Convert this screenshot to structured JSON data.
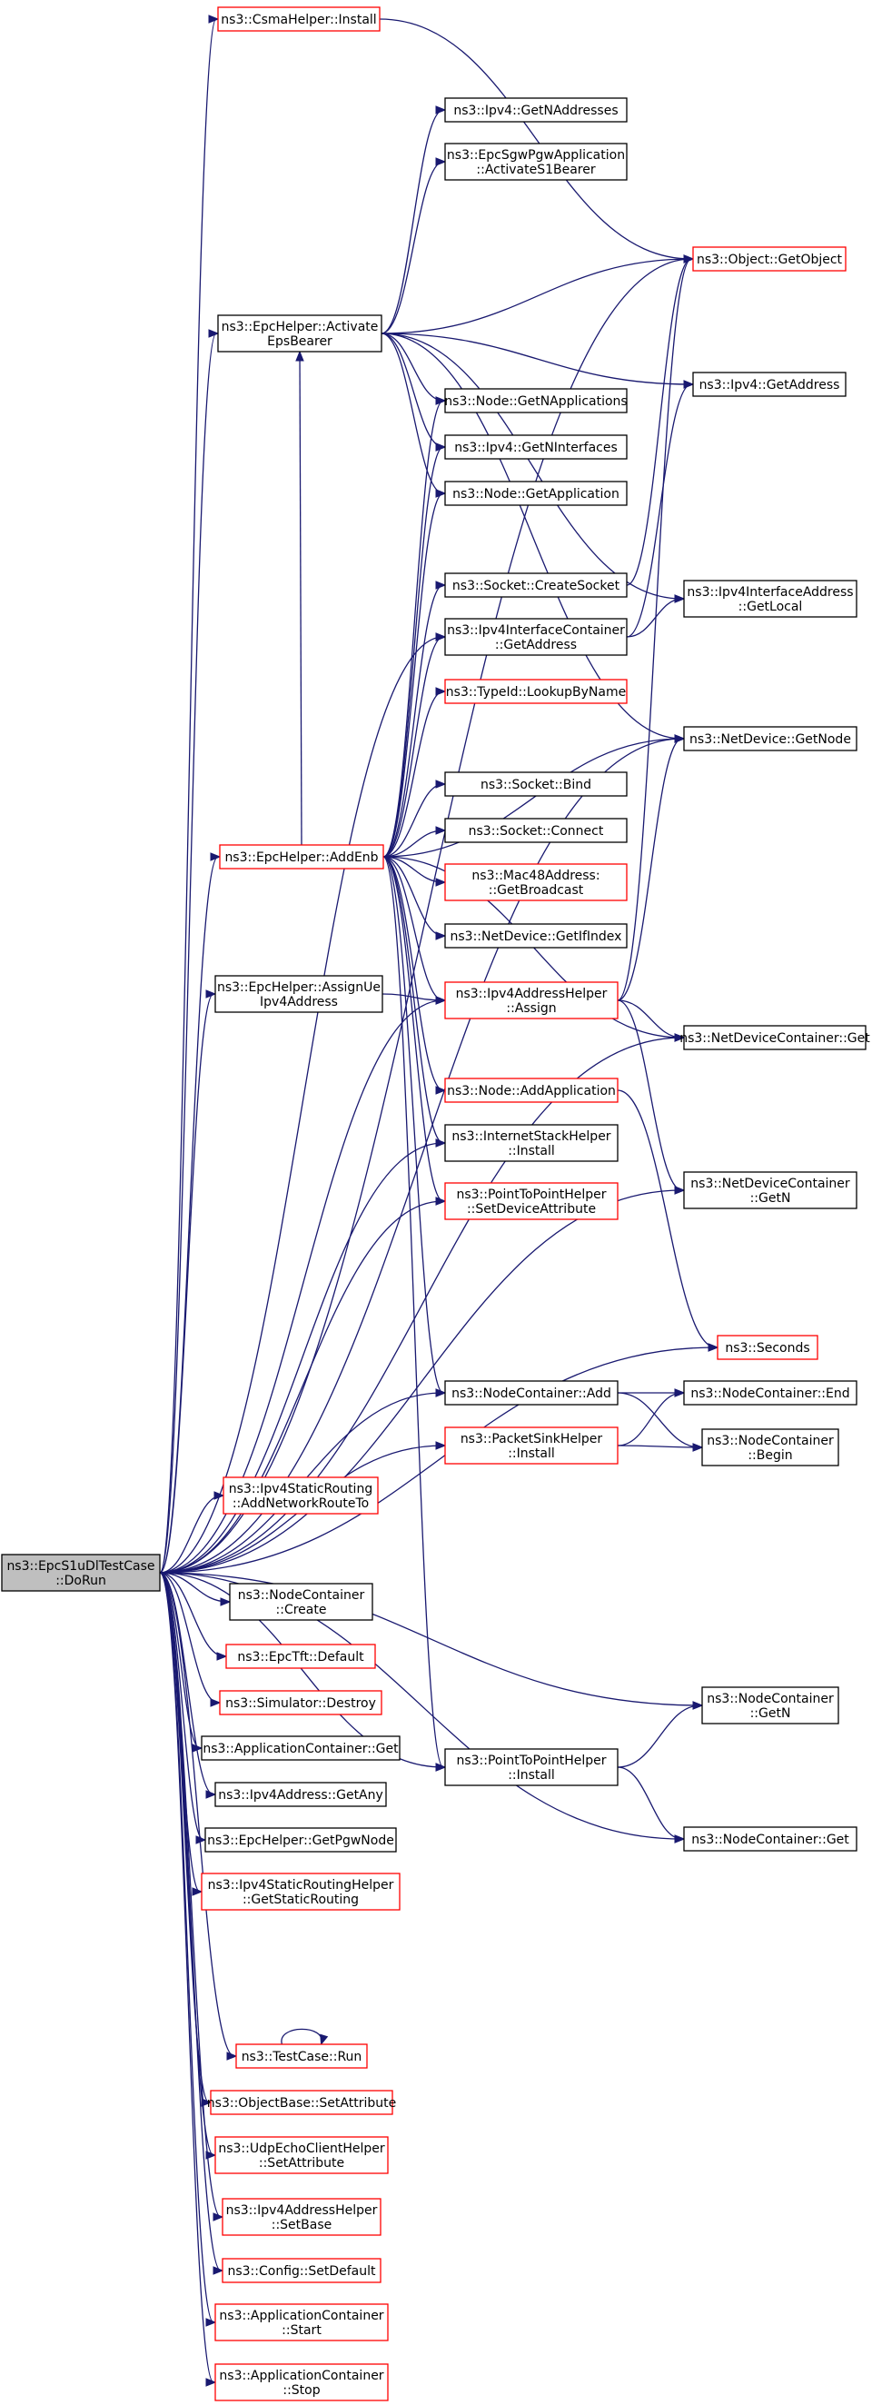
{
  "colors": {
    "edge": "#191970",
    "node_border": "#000000",
    "node_border_red": "#ff0000",
    "root_fill": "#bfbfbf"
  },
  "nodes": [
    {
      "id": "root",
      "lines": [
        "ns3::EpcS1uDlTestCase",
        "::DoRun"
      ],
      "style": "root"
    },
    {
      "id": "csma",
      "lines": [
        "ns3::CsmaHelper::Install"
      ],
      "style": "red"
    },
    {
      "id": "getnaddr",
      "lines": [
        "ns3::Ipv4::GetNAddresses"
      ],
      "style": "black"
    },
    {
      "id": "activates1",
      "lines": [
        "ns3::EpcSgwPgwApplication",
        "::ActivateS1Bearer"
      ],
      "style": "black"
    },
    {
      "id": "getobject",
      "lines": [
        "ns3::Object::GetObject"
      ],
      "style": "red"
    },
    {
      "id": "activate",
      "lines": [
        "ns3::EpcHelper::Activate",
        "EpsBearer"
      ],
      "style": "black"
    },
    {
      "id": "getaddress",
      "lines": [
        "ns3::Ipv4::GetAddress"
      ],
      "style": "black"
    },
    {
      "id": "getnapps",
      "lines": [
        "ns3::Node::GetNApplications"
      ],
      "style": "black"
    },
    {
      "id": "getnif",
      "lines": [
        "ns3::Ipv4::GetNInterfaces"
      ],
      "style": "black"
    },
    {
      "id": "getapp",
      "lines": [
        "ns3::Node::GetApplication"
      ],
      "style": "black"
    },
    {
      "id": "createsocket",
      "lines": [
        "ns3::Socket::CreateSocket"
      ],
      "style": "black"
    },
    {
      "id": "ifaddrlocal",
      "lines": [
        "ns3::Ipv4InterfaceAddress",
        "::GetLocal"
      ],
      "style": "black"
    },
    {
      "id": "ifcontaddr",
      "lines": [
        "ns3::Ipv4InterfaceContainer",
        "::GetAddress"
      ],
      "style": "black"
    },
    {
      "id": "typeid",
      "lines": [
        "ns3::TypeId::LookupByName"
      ],
      "style": "red"
    },
    {
      "id": "getnode",
      "lines": [
        "ns3::NetDevice::GetNode"
      ],
      "style": "black"
    },
    {
      "id": "bind",
      "lines": [
        "ns3::Socket::Bind"
      ],
      "style": "black"
    },
    {
      "id": "addenb",
      "lines": [
        "ns3::EpcHelper::AddEnb"
      ],
      "style": "red"
    },
    {
      "id": "connect",
      "lines": [
        "ns3::Socket::Connect"
      ],
      "style": "black"
    },
    {
      "id": "mac48",
      "lines": [
        "ns3::Mac48Address:",
        "::GetBroadcast"
      ],
      "style": "red"
    },
    {
      "id": "getifindex",
      "lines": [
        "ns3::NetDevice::GetIfIndex"
      ],
      "style": "black"
    },
    {
      "id": "assignue",
      "lines": [
        "ns3::EpcHelper::AssignUe",
        "Ipv4Address"
      ],
      "style": "black"
    },
    {
      "id": "assign",
      "lines": [
        "ns3::Ipv4AddressHelper",
        "::Assign"
      ],
      "style": "red"
    },
    {
      "id": "ndcget",
      "lines": [
        "ns3::NetDeviceContainer::Get"
      ],
      "style": "black"
    },
    {
      "id": "addapp",
      "lines": [
        "ns3::Node::AddApplication"
      ],
      "style": "red"
    },
    {
      "id": "inetinstall",
      "lines": [
        "ns3::InternetStackHelper",
        "::Install"
      ],
      "style": "black"
    },
    {
      "id": "ndcgetn",
      "lines": [
        "ns3::NetDeviceContainer",
        "::GetN"
      ],
      "style": "black"
    },
    {
      "id": "p2pattr",
      "lines": [
        "ns3::PointToPointHelper",
        "::SetDeviceAttribute"
      ],
      "style": "red"
    },
    {
      "id": "seconds",
      "lines": [
        "ns3::Seconds"
      ],
      "style": "red"
    },
    {
      "id": "ncadd",
      "lines": [
        "ns3::NodeContainer::Add"
      ],
      "style": "black"
    },
    {
      "id": "ncend",
      "lines": [
        "ns3::NodeContainer::End"
      ],
      "style": "black"
    },
    {
      "id": "sinkinstall",
      "lines": [
        "ns3::PacketSinkHelper",
        "::Install"
      ],
      "style": "red"
    },
    {
      "id": "ncbegin",
      "lines": [
        "ns3::NodeContainer",
        "::Begin"
      ],
      "style": "black"
    },
    {
      "id": "addroute",
      "lines": [
        "ns3::Ipv4StaticRouting",
        "::AddNetworkRouteTo"
      ],
      "style": "red"
    },
    {
      "id": "nccreate",
      "lines": [
        "ns3::NodeContainer",
        "::Create"
      ],
      "style": "black"
    },
    {
      "id": "tftdefault",
      "lines": [
        "ns3::EpcTft::Default"
      ],
      "style": "red"
    },
    {
      "id": "destroy",
      "lines": [
        "ns3::Simulator::Destroy"
      ],
      "style": "red"
    },
    {
      "id": "ncgetn",
      "lines": [
        "ns3::NodeContainer",
        "::GetN"
      ],
      "style": "black"
    },
    {
      "id": "appcget",
      "lines": [
        "ns3::ApplicationContainer::Get"
      ],
      "style": "black"
    },
    {
      "id": "p2pinstall",
      "lines": [
        "ns3::PointToPointHelper",
        "::Install"
      ],
      "style": "black"
    },
    {
      "id": "getany",
      "lines": [
        "ns3::Ipv4Address::GetAny"
      ],
      "style": "black"
    },
    {
      "id": "ncget",
      "lines": [
        "ns3::NodeContainer::Get"
      ],
      "style": "black"
    },
    {
      "id": "pgwnode",
      "lines": [
        "ns3::EpcHelper::GetPgwNode"
      ],
      "style": "black"
    },
    {
      "id": "staticrouting",
      "lines": [
        "ns3::Ipv4StaticRoutingHelper",
        "::GetStaticRouting"
      ],
      "style": "red"
    },
    {
      "id": "tcrun",
      "lines": [
        "ns3::TestCase::Run"
      ],
      "style": "red"
    },
    {
      "id": "setattr",
      "lines": [
        "ns3::ObjectBase::SetAttribute"
      ],
      "style": "red"
    },
    {
      "id": "udpattr",
      "lines": [
        "ns3::UdpEchoClientHelper",
        "::SetAttribute"
      ],
      "style": "red"
    },
    {
      "id": "setbase",
      "lines": [
        "ns3::Ipv4AddressHelper",
        "::SetBase"
      ],
      "style": "red"
    },
    {
      "id": "setdefault",
      "lines": [
        "ns3::Config::SetDefault"
      ],
      "style": "red"
    },
    {
      "id": "appstart",
      "lines": [
        "ns3::ApplicationContainer",
        "::Start"
      ],
      "style": "red"
    },
    {
      "id": "appstop",
      "lines": [
        "ns3::ApplicationContainer",
        "::Stop"
      ],
      "style": "red"
    }
  ]
}
